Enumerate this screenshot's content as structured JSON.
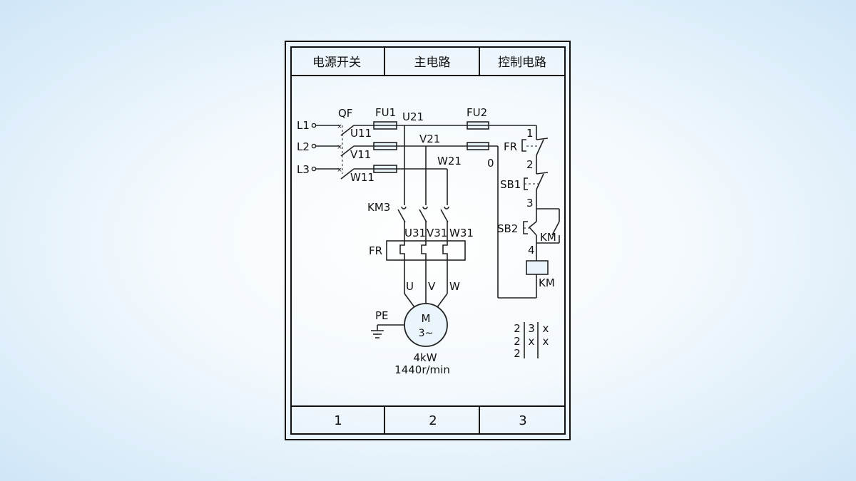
{
  "header": {
    "col1": "电源开关",
    "col2": "主电路",
    "col3": "控制电路"
  },
  "footer": {
    "col1": "1",
    "col2": "2",
    "col3": "3"
  },
  "labels": {
    "L1": "L1",
    "L2": "L2",
    "L3": "L3",
    "QF": "QF",
    "FU1": "FU1",
    "FU2": "FU2",
    "U11": "U11",
    "V11": "V11",
    "W11": "W11",
    "U21": "U21",
    "V21": "V21",
    "W21": "W21",
    "zero": "0",
    "KM3": "KM3",
    "U31": "U31",
    "V31": "V31",
    "W31": "W31",
    "FR_main": "FR",
    "U": "U",
    "V": "V",
    "W": "W",
    "PE": "PE",
    "motor_M": "M",
    "motor_phase": "3~",
    "motor_power": "4kW",
    "motor_speed": "1440r/min",
    "FR_ctrl": "FR",
    "SB1": "SB1",
    "SB2": "SB2",
    "KM_aux": "KM",
    "KM_coil": "KM",
    "n1": "1",
    "n2": "2",
    "n3": "3",
    "n4": "4"
  },
  "contact_table": [
    [
      "2",
      "3",
      "x"
    ],
    [
      "2",
      "x",
      "x"
    ],
    [
      "2",
      "",
      ""
    ]
  ],
  "colors": {
    "line": "#222222",
    "frame": "#111111",
    "panel": "#eaf4fb"
  }
}
